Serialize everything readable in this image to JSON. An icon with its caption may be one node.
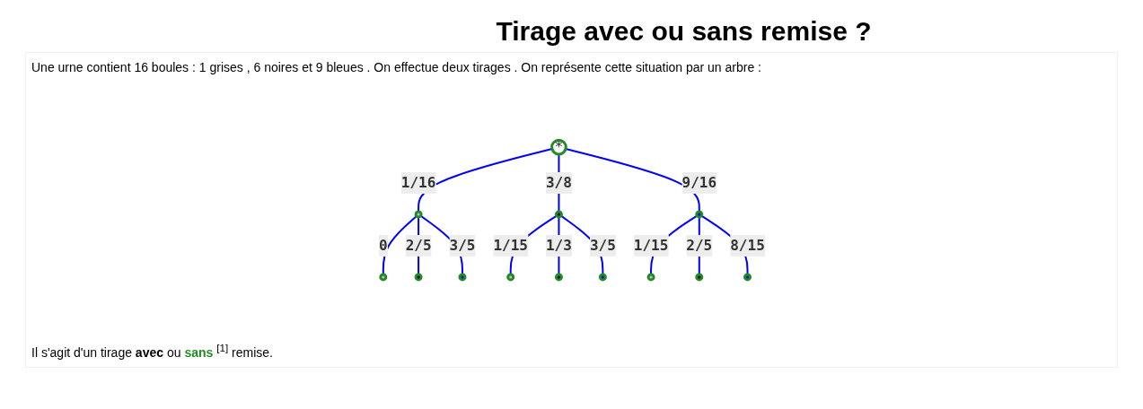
{
  "diagram": {
    "title": "Tirage avec ou sans remise ?",
    "nodes": [
      {
        "text": [
          "*"
        ]
      },
      {
        "text": [],
        "shape": "circle"
      },
      {
        "text": [],
        "shape": "circle"
      },
      {
        "text": [],
        "shape": "circle"
      },
      {
        "text": [],
        "shape": "circle"
      },
      {
        "text": [],
        "shape": "circle"
      },
      {
        "text": [],
        "shape": "circle"
      },
      {
        "text": [],
        "shape": "circle"
      },
      {
        "text": [],
        "shape": "circle"
      },
      {
        "text": [],
        "shape": "circle"
      },
      {
        "text": [],
        "shape": "circle"
      },
      {
        "text": [],
        "shape": "circle"
      },
      {
        "text": [],
        "shape": "circle"
      }
    ],
    "edges": [
      {
        "from": 0,
        "to": 1,
        "arrow": "none",
        "label": "1/16"
      },
      {
        "from": 0,
        "to": 2,
        "arrow": "none",
        "label": "3/8"
      },
      {
        "from": 0,
        "to": 3,
        "arrow": "none",
        "label": "9/16"
      },
      {
        "from": 1,
        "to": 4,
        "arrow": "none",
        "label": "0"
      },
      {
        "from": 1,
        "to": 5,
        "arrow": "none",
        "label": "2/5"
      },
      {
        "from": 1,
        "to": 6,
        "arrow": "none",
        "label": "3/5"
      },
      {
        "from": 2,
        "to": 7,
        "arrow": "none",
        "label": "1/15"
      },
      {
        "from": 2,
        "to": 8,
        "arrow": "none",
        "label": "1/3"
      },
      {
        "from": 2,
        "to": 9,
        "arrow": "none",
        "label": "3/5"
      },
      {
        "from": 3,
        "to": 10,
        "arrow": "none",
        "label": "1/15"
      },
      {
        "from": 3,
        "to": 11,
        "arrow": "none",
        "label": "2/5"
      },
      {
        "from": 3,
        "to": 12,
        "arrow": "none",
        "label": "8/15"
      }
    ],
    "labels": [
      "Une urne contient 16 boules : 1 grises , 6 noires et 9 bleues . On effectue deux tirages . On représente cette situation par un arbre :",
      "Il s'agit d'un tirage **avec** ou **sans** $^{[1]}$ remise."
    ]
  }
}
